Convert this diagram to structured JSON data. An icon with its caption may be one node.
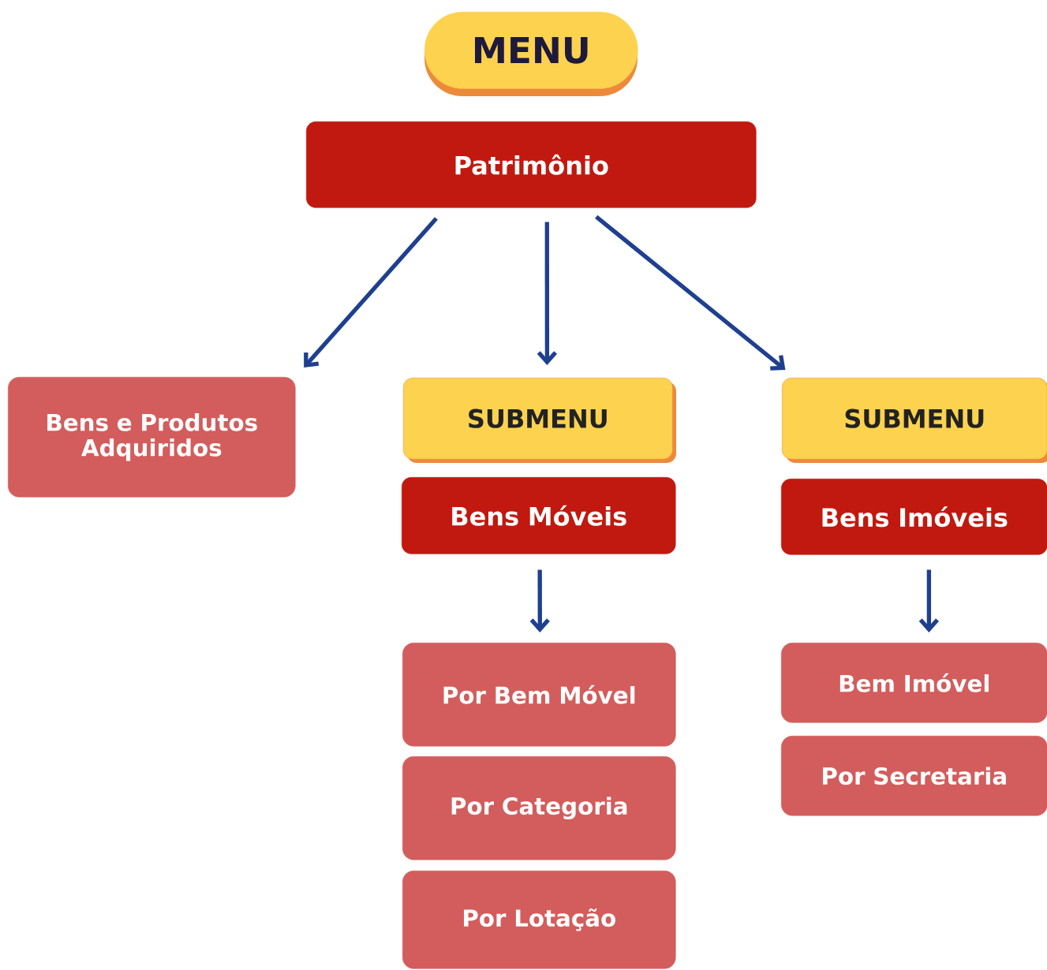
{
  "diagram": {
    "nodes": [
      {
        "text": [
          "MENU"
        ]
      },
      {
        "text": [
          "Patrimônio"
        ]
      },
      {
        "text": [
          "Bens e Produtos Adquiridos"
        ]
      },
      {
        "text": [
          "SUBMENU"
        ]
      },
      {
        "text": [
          "Bens Móveis"
        ]
      },
      {
        "text": [
          "SUBMENU"
        ]
      },
      {
        "text": [
          "Bens Imóveis"
        ]
      },
      {
        "text": [
          "Por Bem Móvel"
        ]
      },
      {
        "text": [
          "Por Categoria"
        ]
      },
      {
        "text": [
          "Por Lotação"
        ]
      },
      {
        "text": [
          "Bem Imóvel"
        ]
      },
      {
        "text": [
          "Por Secretaria"
        ]
      }
    ],
    "edges": [
      {
        "from": 1,
        "to": 2,
        "arrow": "to"
      },
      {
        "from": 1,
        "to": 3,
        "arrow": "to"
      },
      {
        "from": 1,
        "to": 5,
        "arrow": "to"
      },
      {
        "from": 4,
        "to": 7,
        "arrow": "to"
      },
      {
        "from": 6,
        "to": 10,
        "arrow": "to"
      }
    ]
  }
}
